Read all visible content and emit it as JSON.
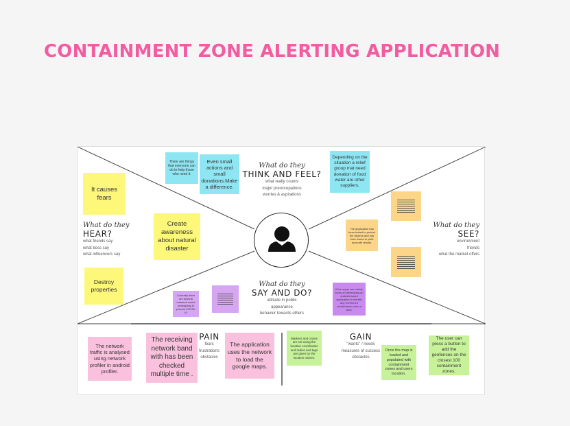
{
  "title": "CONTAINMENT ZONE ALERTING APPLICATION",
  "think": {
    "script": "What do they",
    "heading": "THINK AND FEEL?",
    "lines": [
      "what really counts",
      "major preoccupations",
      "worries & aspirations"
    ],
    "notes": [
      "There are things that everyone can do to help those who need it.",
      "Even small actions and small donations.Make a difference.",
      "Depending on the situation a relief group mat need donation of food water are other suppliers."
    ]
  },
  "hear": {
    "script": "What do they",
    "heading": "HEAR?",
    "lines": [
      "what friends say",
      "what boss say",
      "what influencers say"
    ],
    "notes": [
      "It causes fears",
      "Create awareness about natural disaster",
      "Destroy properties"
    ]
  },
  "see": {
    "script": "What do they",
    "heading": "SEE?",
    "lines": [
      "environment",
      "friends",
      "what the market offers"
    ],
    "notes": [
      "The application has been tested to protect the citizens and has been found to yield accurate results."
    ]
  },
  "say_do": {
    "script": "What do they",
    "heading": "SAY AND DO?",
    "lines": [
      "attitude in public",
      "appearance",
      "behavior towards others"
    ],
    "notes": [
      "Currently there are several research works undergoing to prevent COVID-19.",
      "If the upper are mainly focus on developing an android based application to identify any COVID-19 containment zone or area."
    ]
  },
  "pain": {
    "heading": "PAIN",
    "lines": [
      "fears",
      "frustrations",
      "obstacles"
    ],
    "notes": [
      "The network traffic is analysed using network profiler in android profiler.",
      "The receiving network band with has been checked multiple time .",
      "The application uses the network to load the google maps."
    ]
  },
  "gain": {
    "heading": "GAIN",
    "lines": [
      "\"wants\" / needs",
      "measures of success",
      "obstacles"
    ],
    "notes": [
      "Markers and circles are set using the location coordinates and radius and tags are given by the location names.",
      "Once the map is loaded and populated with containment zones and users location.",
      "The user can press a button to add the geofences on the closest 100 containment zones."
    ]
  },
  "icons": {
    "avatar": "user-avatar-icon"
  },
  "colors": {
    "title": "#f25ca0",
    "yellow": "#fdf77a",
    "cyan": "#8fe6f3",
    "orange": "#fcd589",
    "violet": "#d6a6f2",
    "pink": "#f9c1dd",
    "green": "#c7f29a"
  }
}
